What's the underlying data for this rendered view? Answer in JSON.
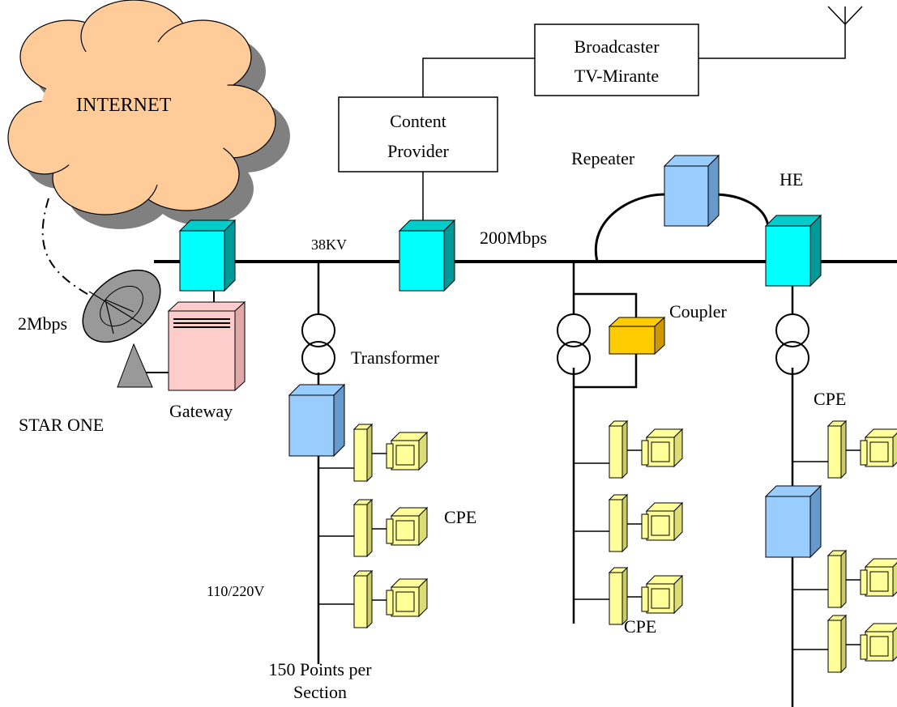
{
  "labels": {
    "internet": "INTERNET",
    "broadcaster_line1": "Broadcaster",
    "broadcaster_line2": "TV-Mirante",
    "content_provider_line1": "Content",
    "content_provider_line2": "Provider",
    "repeater": "Repeater",
    "he": "HE",
    "voltage_38kv": "38KV",
    "bandwidth_200": "200Mbps",
    "bandwidth_2": "2Mbps",
    "coupler": "Coupler",
    "transformer": "Transformer",
    "gateway": "Gateway",
    "star_one": "STAR ONE",
    "cpe_right": "CPE",
    "cpe_left": "CPE",
    "cpe_middle": "CPE",
    "voltage_110_220": "110/220V",
    "points_line1": "150 Points per",
    "points_line2": "Section"
  },
  "colors": {
    "cloud_fill": "#FFCC99",
    "cloud_shadow": "#808080",
    "node_cyan": "#00FFFF",
    "node_blue": "#99CCFF",
    "coupler_fill": "#FFCC00",
    "gateway_fill": "#FFCCCC",
    "cpe_fill": "#FFFF99",
    "dish_fill": "#999999"
  },
  "icons": [
    "antenna-icon",
    "satellite-dish-icon",
    "server-icon",
    "network-node-icon",
    "transformer-icon",
    "coupler-icon",
    "modem-icon",
    "monitor-icon"
  ]
}
